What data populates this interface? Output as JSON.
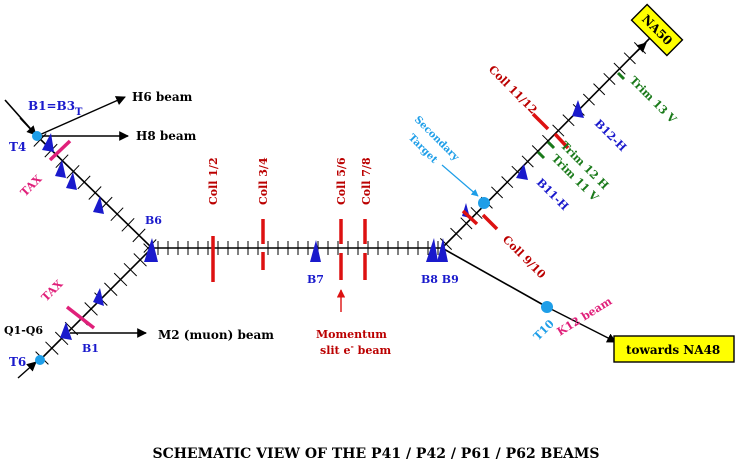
{
  "title": "SCHEMATIC VIEW OF THE P41 / P42 / P61 / P62 BEAMS",
  "labels": {
    "t4": "T4",
    "b1b3": "B1=B3",
    "b1b3_sub": "T",
    "h6": "H6 beam",
    "h8": "H8 beam",
    "tax_upper": "TAX",
    "tax_lower": "TAX",
    "b6": "B6",
    "b7": "B7",
    "b8b9": "B8 B9",
    "b1": "B1",
    "q1q6": "Q1-Q6",
    "t6": "T6",
    "m2": "M2 (muon) beam",
    "coll12": "Coll 1/2",
    "coll34": "Coll 3/4",
    "coll56": "Coll 5/6",
    "coll78": "Coll 7/8",
    "momentum_line1": "Momentum",
    "momentum_line2": "slit e",
    "momentum_sup": "-",
    "momentum_line2b": " beam",
    "coll910": "Coll 9/10",
    "coll1112": "Coll 11/12",
    "secondary_line1": "Secondary",
    "secondary_line2": "Target",
    "b11h": "B11-H",
    "b12h": "B12-H",
    "trim11v": "Trim 11 V",
    "trim12h": "Trim 12 H",
    "trim13v": "Trim 13 V",
    "na50": "NA50",
    "t10": "T10",
    "k12": "K12 beam",
    "na48": "towards NA48"
  },
  "colors": {
    "beamline": "#000000",
    "magnet": "#1a1acc",
    "target": "#1e9ee8",
    "collimator": "#dd1111",
    "collimator_text": "#bb0000",
    "trim": "#1a7a1a",
    "tax": "#e0207a",
    "secondary": "#1e9ee8",
    "box_fill": "#ffff00",
    "label_blue": "#1a1acc"
  }
}
